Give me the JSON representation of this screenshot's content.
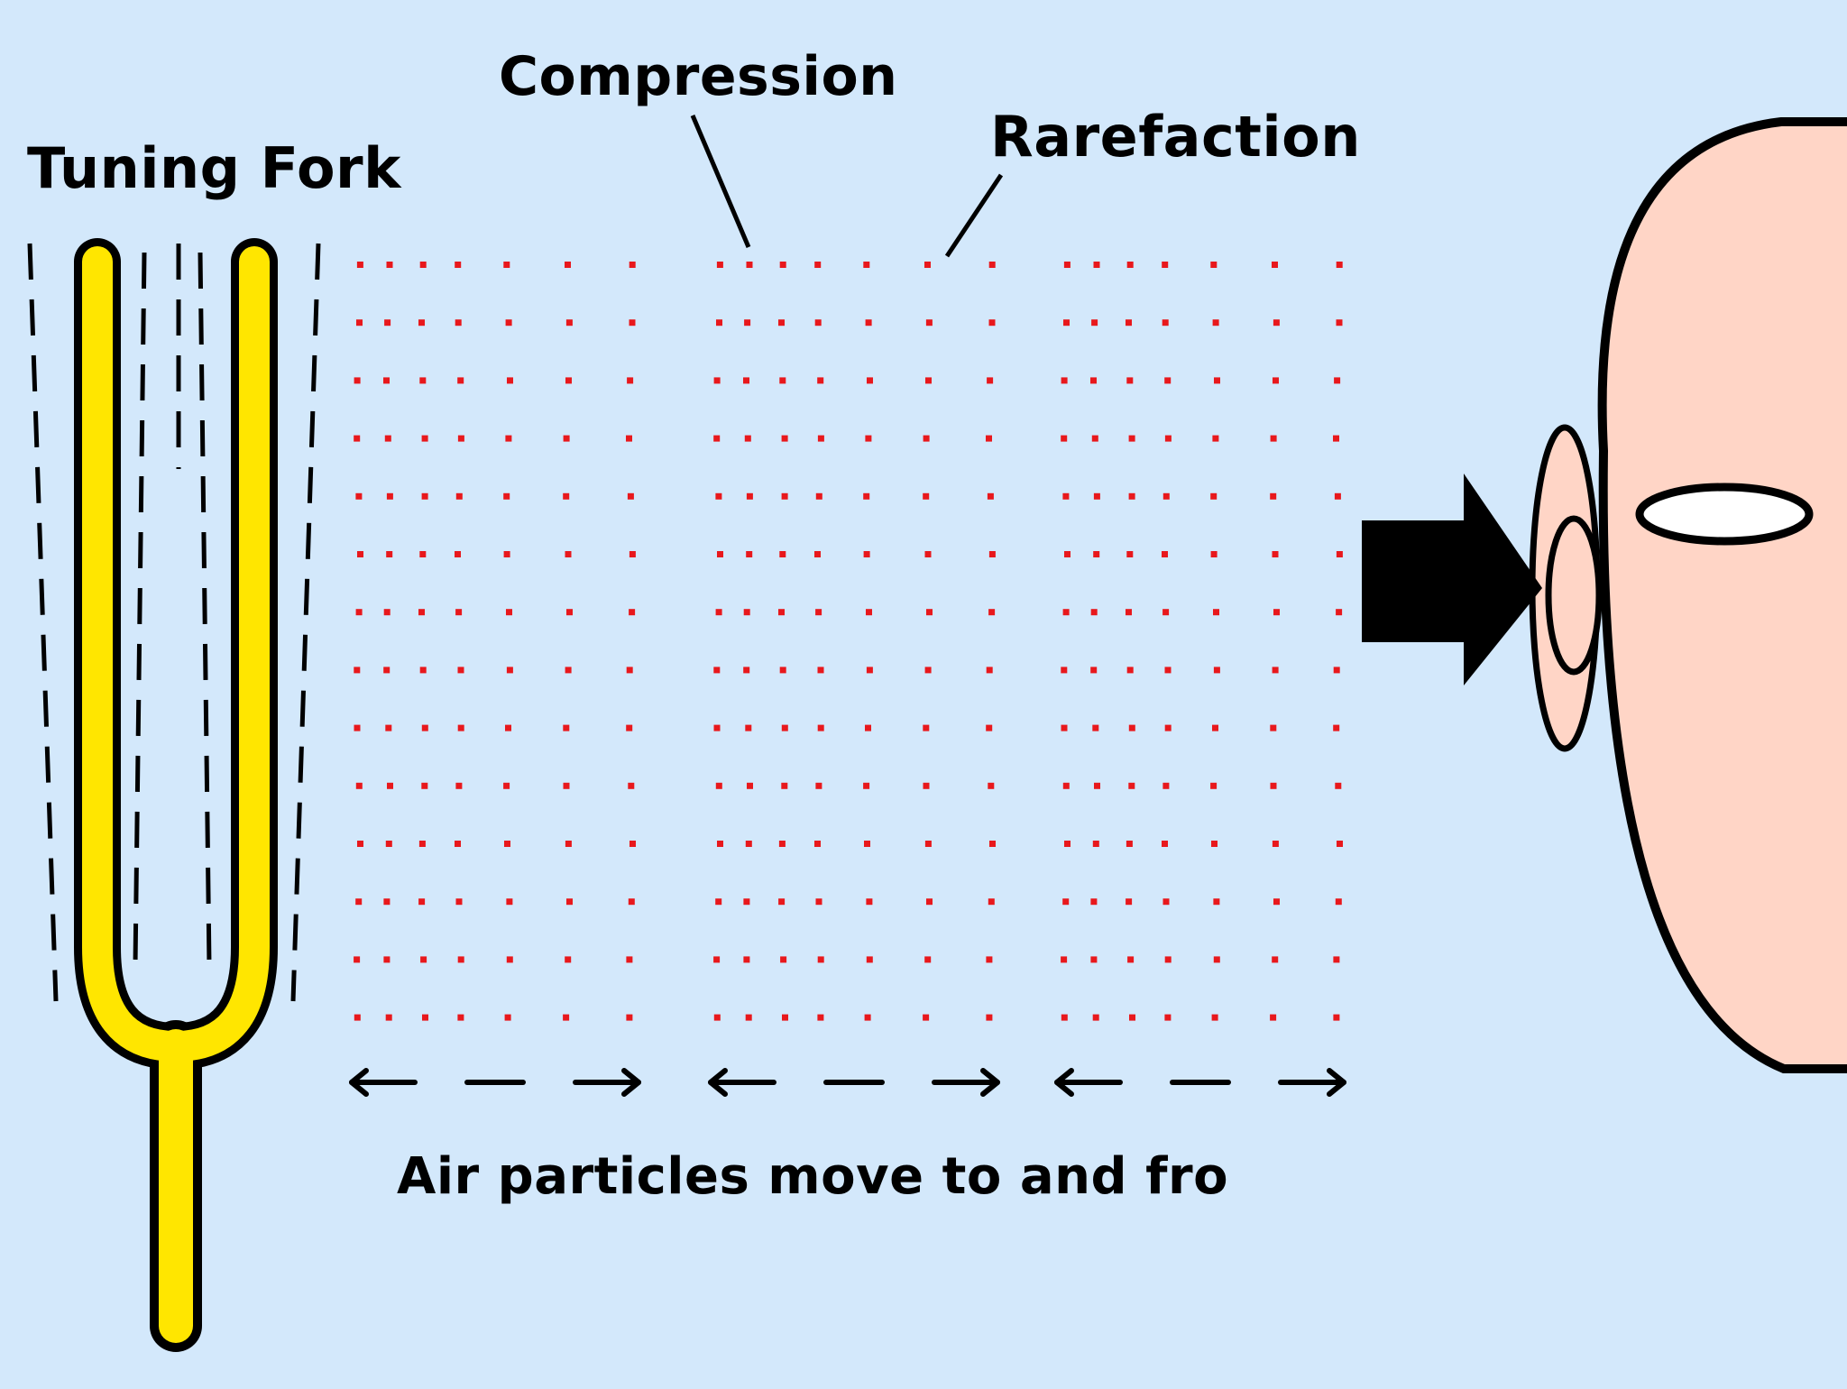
{
  "labels": {
    "tuning_fork": "Tuning Fork",
    "compression": "Compression",
    "rarefaction": "Rarefaction",
    "air_particles": "Air particles move to and fro"
  },
  "colors": {
    "background": "#d3e8fb",
    "fork": "#ffe600",
    "particles": "#e8181c",
    "head": "#ffd5c6",
    "outline": "#000000"
  },
  "particle_field": {
    "groups": 3,
    "columns_per_group": 7,
    "rows": 14
  },
  "icons": {
    "tuning_fork": "tuning-fork-icon",
    "sound_arrow": "arrow-right-icon",
    "head": "head-icon",
    "ear": "ear-icon",
    "eye": "eye-icon"
  }
}
